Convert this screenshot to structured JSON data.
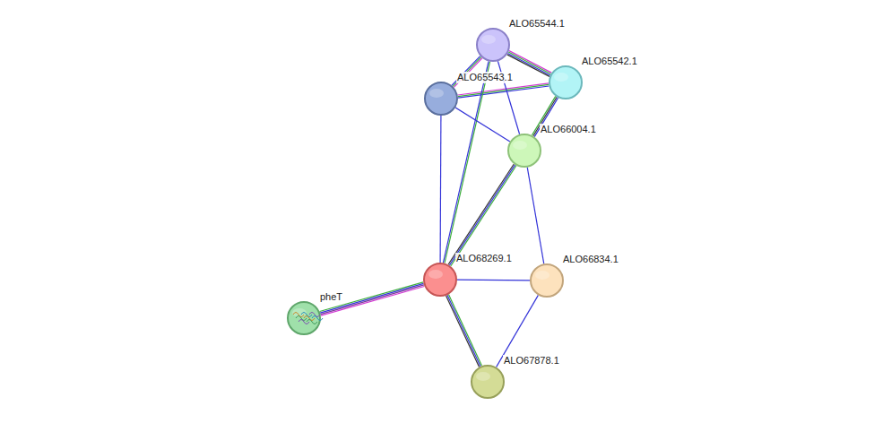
{
  "diagram": {
    "nodes": [
      {
        "text": [
          "ALO65544.1"
        ]
      },
      {
        "text": [
          "ALO65542.1"
        ]
      },
      {
        "text": [
          "ALO65543.1"
        ]
      },
      {
        "text": [
          "ALO66004.1"
        ]
      },
      {
        "text": [
          "ALO68269.1"
        ]
      },
      {
        "text": [
          "ALO66834.1"
        ]
      },
      {
        "text": [
          "pheT"
        ]
      },
      {
        "text": [
          "ALO67878.1"
        ]
      }
    ],
    "edges": [
      {
        "from": 0,
        "to": 1,
        "arrow": "none"
      },
      {
        "from": 0,
        "to": 2,
        "arrow": "none"
      },
      {
        "from": 2,
        "to": 1,
        "arrow": "none"
      },
      {
        "from": 0,
        "to": 3,
        "arrow": "none"
      },
      {
        "from": 0,
        "to": 4,
        "arrow": "none"
      },
      {
        "from": 2,
        "to": 3,
        "arrow": "none"
      },
      {
        "from": 2,
        "to": 4,
        "arrow": "none"
      },
      {
        "from": 1,
        "to": 3,
        "arrow": "none"
      },
      {
        "from": 3,
        "to": 4,
        "arrow": "none"
      },
      {
        "from": 3,
        "to": 5,
        "arrow": "none"
      },
      {
        "from": 4,
        "to": 5,
        "arrow": "none"
      },
      {
        "from": 4,
        "to": 6,
        "arrow": "none"
      },
      {
        "from": 4,
        "to": 7,
        "arrow": "none"
      },
      {
        "from": 5,
        "to": 7,
        "arrow": "none"
      }
    ]
  }
}
